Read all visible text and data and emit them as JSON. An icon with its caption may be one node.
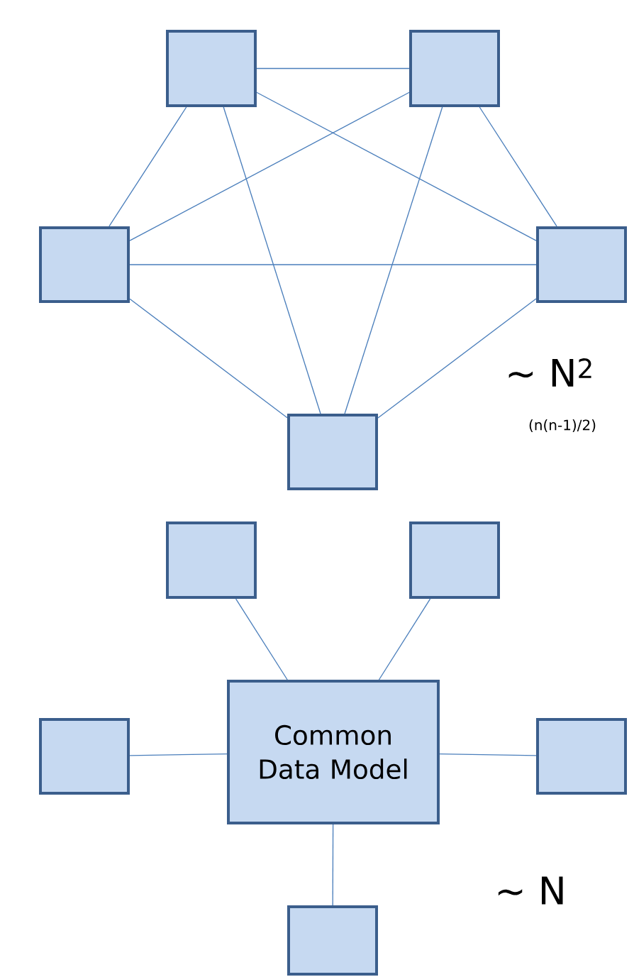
{
  "diagram": {
    "nodes": [
      {
        "text": [],
        "shape": "box"
      },
      {
        "text": [],
        "shape": "box"
      },
      {
        "text": [],
        "shape": "box"
      },
      {
        "text": [],
        "shape": "box"
      },
      {
        "text": [],
        "shape": "box"
      },
      {
        "text": [],
        "shape": "box"
      },
      {
        "text": [],
        "shape": "box"
      },
      {
        "text": [],
        "shape": "box"
      },
      {
        "text": [
          "Common Data Model"
        ]
      },
      {
        "text": [],
        "shape": "box"
      },
      {
        "text": [],
        "shape": "box"
      }
    ],
    "edges": [
      {
        "from": 0,
        "to": 1,
        "arrow": "none"
      },
      {
        "from": 0,
        "to": 2,
        "arrow": "none"
      },
      {
        "from": 0,
        "to": 3,
        "arrow": "none"
      },
      {
        "from": 0,
        "to": 4,
        "arrow": "none"
      },
      {
        "from": 1,
        "to": 2,
        "arrow": "none"
      },
      {
        "from": 1,
        "to": 3,
        "arrow": "none"
      },
      {
        "from": 1,
        "to": 4,
        "arrow": "none"
      },
      {
        "from": 2,
        "to": 3,
        "arrow": "none"
      },
      {
        "from": 2,
        "to": 4,
        "arrow": "none"
      },
      {
        "from": 3,
        "to": 4,
        "arrow": "none"
      },
      {
        "from": 5,
        "to": 8,
        "arrow": "none"
      },
      {
        "from": 6,
        "to": 8,
        "arrow": "none"
      },
      {
        "from": 7,
        "to": 8,
        "arrow": "none"
      },
      {
        "from": 9,
        "to": 8,
        "arrow": "none"
      },
      {
        "from": 8,
        "to": 10,
        "arrow": "none"
      }
    ],
    "labels": [
      "~ N$^{2}$",
      "(n(n-1)/2)",
      "~ N"
    ]
  }
}
